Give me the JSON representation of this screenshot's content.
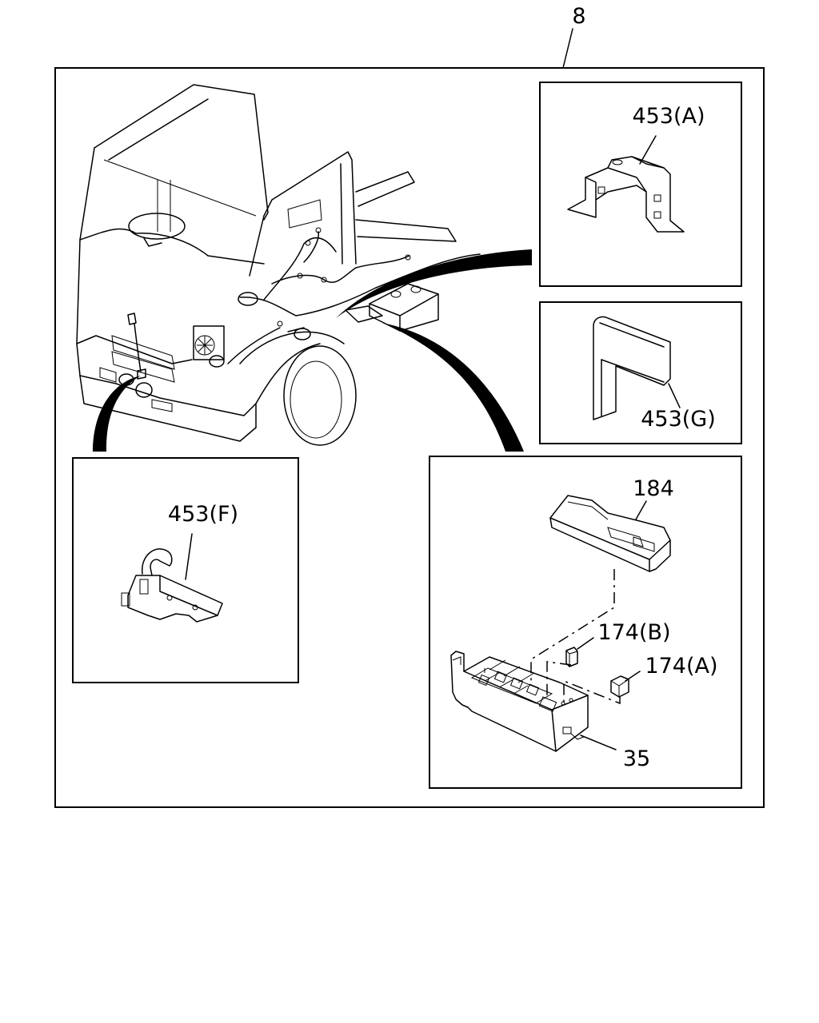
{
  "callouts": {
    "assembly": "8",
    "bracket_a": "453(A)",
    "bracket_g": "453(G)",
    "bracket_f": "453(F)",
    "cover": "184",
    "relay_b": "174(B)",
    "relay_a": "174(A)",
    "fuse_box": "35"
  }
}
